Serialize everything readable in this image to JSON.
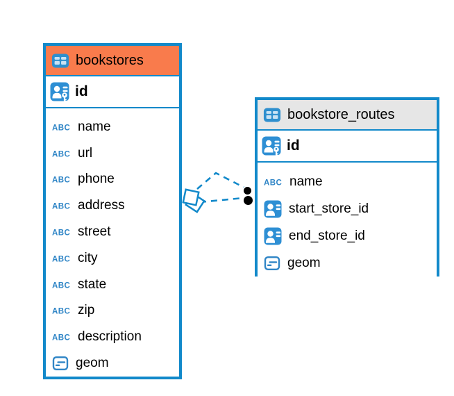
{
  "diagram": {
    "tables": [
      {
        "name": "bookstores",
        "header_color": "#F97B4C",
        "primary_key": {
          "label": "id",
          "icon": "primary-key-icon"
        },
        "columns": [
          {
            "label": "name",
            "icon": "text-type-icon"
          },
          {
            "label": "url",
            "icon": "text-type-icon"
          },
          {
            "label": "phone",
            "icon": "text-type-icon"
          },
          {
            "label": "address",
            "icon": "text-type-icon"
          },
          {
            "label": "street",
            "icon": "text-type-icon"
          },
          {
            "label": "city",
            "icon": "text-type-icon"
          },
          {
            "label": "state",
            "icon": "text-type-icon"
          },
          {
            "label": "zip",
            "icon": "text-type-icon"
          },
          {
            "label": "description",
            "icon": "text-type-icon"
          },
          {
            "label": "geom",
            "icon": "geometry-type-icon"
          }
        ]
      },
      {
        "name": "bookstore_routes",
        "header_color": "#E6E6E6",
        "primary_key": {
          "label": "id",
          "icon": "primary-key-icon"
        },
        "columns": [
          {
            "label": "name",
            "icon": "text-type-icon"
          },
          {
            "label": "start_store_id",
            "icon": "foreign-key-icon"
          },
          {
            "label": "end_store_id",
            "icon": "foreign-key-icon"
          },
          {
            "label": "geom",
            "icon": "geometry-type-icon"
          }
        ]
      }
    ],
    "relationships": {
      "count": 2,
      "style": "dashed",
      "between": [
        "bookstores",
        "bookstore_routes"
      ],
      "one_side_marker": "diamond",
      "many_side_marker": "filled-dot"
    }
  },
  "colors": {
    "table_border": "#1289CA",
    "bookstores_header": "#F97B4C",
    "routes_header": "#E6E6E6",
    "icon_blue": "#2E8FCE",
    "relationship_line": "#1289CA",
    "text": "#000000"
  }
}
